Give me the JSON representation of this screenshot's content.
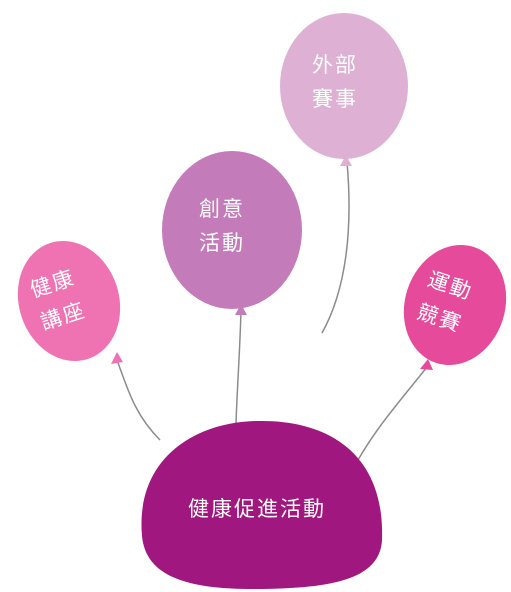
{
  "center": {
    "label": "健康促進活動",
    "color": "#a0177f"
  },
  "balloons": [
    {
      "id": "health-lecture",
      "lines": [
        "健康",
        "講座"
      ],
      "color": "#ef72b3"
    },
    {
      "id": "creative-activity",
      "lines": [
        "創意",
        "活動"
      ],
      "color": "#c47bba"
    },
    {
      "id": "external-competition",
      "lines": [
        "外部",
        "賽事"
      ],
      "color": "#deb0d3"
    },
    {
      "id": "sports-competition",
      "lines": [
        "運動",
        "競賽"
      ],
      "color": "#e64a9b"
    }
  ],
  "string_color": "#8c8c8c"
}
